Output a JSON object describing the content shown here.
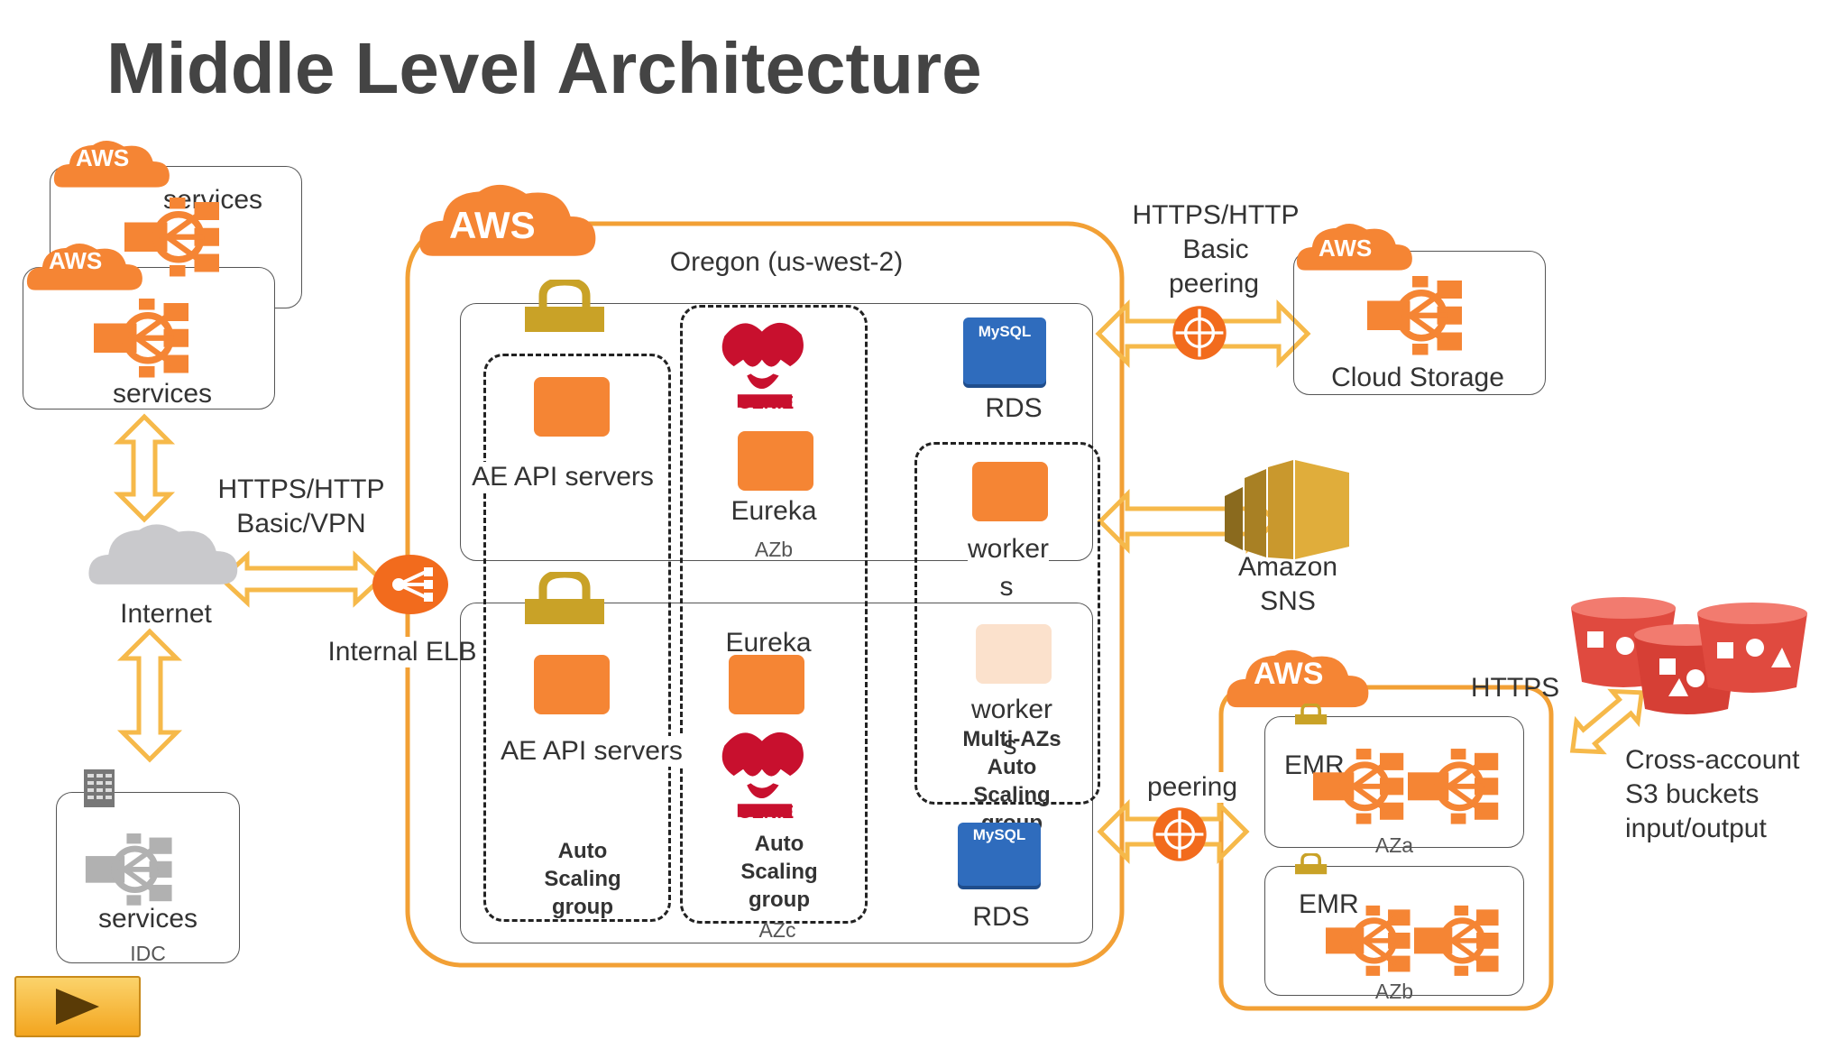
{
  "title": "Middle Level Architecture",
  "aws_badge": "AWS",
  "left": {
    "services_top": "services",
    "services_mid": "services",
    "internet": "Internet",
    "vpn_label_1": "HTTPS/HTTP",
    "vpn_label_2": "Basic/VPN",
    "elb": "Internal ELB",
    "services_idc": "services",
    "idc": "IDC"
  },
  "region": {
    "name": "Oregon (us-west-2)",
    "ae_api_top": "AE API servers",
    "ae_api_bottom": "AE API servers",
    "eureka_top": "Eureka",
    "eureka_bottom": "Eureka",
    "azb": "AZb",
    "azc": "AZc",
    "genie": "GENIE",
    "mysql": "MySQL",
    "rds_top": "RDS",
    "rds_bottom": "RDS",
    "workers_top_1": "worker",
    "workers_top_2": "s",
    "workers_bottom_1": "worker",
    "workers_bottom_2": "s",
    "asg_left_1": "Auto",
    "asg_left_2": "Scaling",
    "asg_left_3": "group",
    "asg_mid_1": "Auto",
    "asg_mid_2": "Scaling",
    "asg_mid_3": "group",
    "asg_right_1": "Multi-AZs",
    "asg_right_2": "Auto",
    "asg_right_3": "Scaling",
    "asg_right_4": "group"
  },
  "right": {
    "peer_1": "HTTPS/HTTP",
    "peer_2": "Basic",
    "peer_3": "peering",
    "cloud_storage": "Cloud Storage",
    "sns_1": "Amazon",
    "sns_2": "SNS",
    "peering": "peering",
    "https": "HTTPS",
    "emr_1": "EMR",
    "emr_2": "EMR",
    "aza": "AZa",
    "azb": "AZb",
    "s3_1": "Cross-account",
    "s3_2": "S3 buckets",
    "s3_3": "input/output"
  },
  "colors": {
    "aws_orange": "#f58534",
    "arrow_orange": "#f6b94a",
    "region_border": "#f2a035",
    "genie_red": "#c8102e",
    "mysql_blue": "#2f6cbd",
    "s3_red": "#e04a3f"
  },
  "icons": [
    "aws-cloud-icon",
    "service-hub-icon",
    "internet-cloud-icon",
    "elb-icon",
    "lock-icon",
    "genie-icon",
    "mysql-icon",
    "sns-icon",
    "vpc-peering-icon",
    "s3-bucket-icon",
    "play-icon",
    "server-icon"
  ]
}
